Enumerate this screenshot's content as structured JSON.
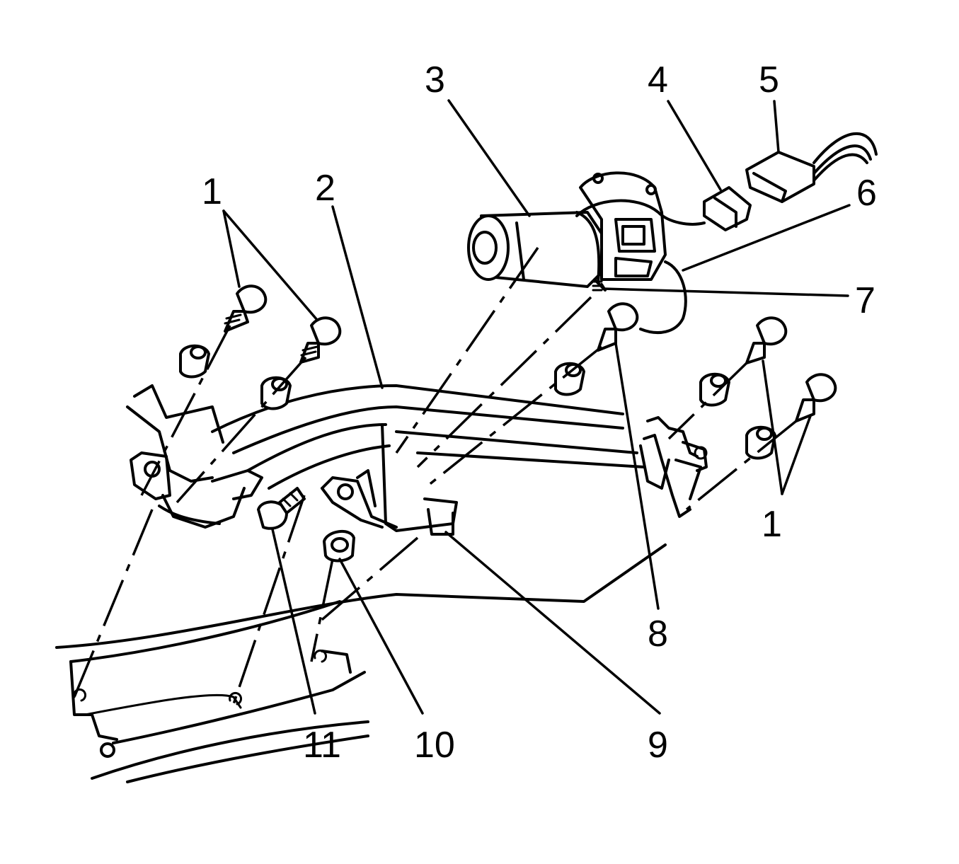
{
  "callouts": {
    "c1_upper_left": "1",
    "c1_lower_right": "1",
    "c2": "2",
    "c3": "3",
    "c4": "4",
    "c5": "5",
    "c6": "6",
    "c7": "7",
    "c8": "8",
    "c9": "9",
    "c10": "10",
    "c11": "11"
  }
}
